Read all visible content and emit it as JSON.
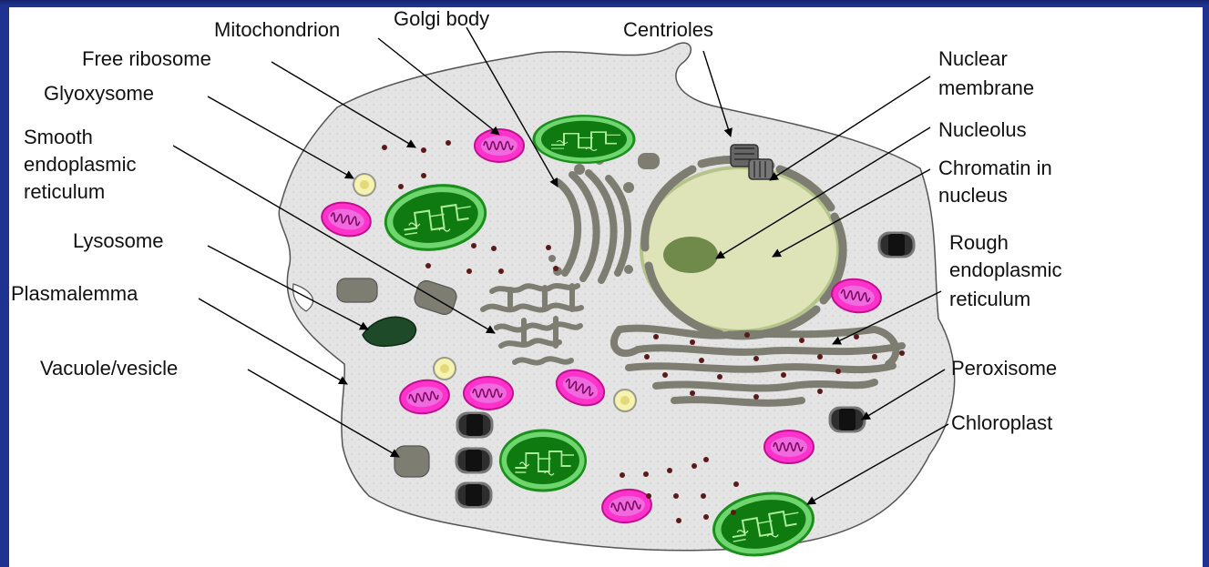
{
  "labels": {
    "mitochondrion": "Mitochondrion",
    "golgi_body": "Golgi body",
    "centrioles": "Centrioles",
    "free_ribosome": "Free ribosome",
    "glyoxysome": "Glyoxysome",
    "smooth_er": [
      "Smooth",
      "endoplasmic",
      "reticulum"
    ],
    "lysosome": "Lysosome",
    "plasmalemma": "Plasmalemma",
    "vacuole_vesicle": "Vacuole/vesicle",
    "nuclear_membrane": [
      "Nuclear",
      "membrane"
    ],
    "nucleolus": "Nucleolus",
    "chromatin": [
      "Chromatin in",
      "nucleus"
    ],
    "rough_er": [
      "Rough",
      "endoplasmic",
      "reticulum"
    ],
    "peroxisome": "Peroxisome",
    "chloroplast": "Chloroplast"
  },
  "colors": {
    "slide_background": "#1f3290",
    "cytoplasm": "#e6e6e6",
    "organelle_gray": "#7d7d72",
    "mitochondrion": "#ff33cc",
    "chloroplast": "#1ea11e",
    "nucleus": "#dfe4b8",
    "glyoxysome": "#f2f0a6",
    "ribosome": "#5a1a1a",
    "lysosome": "#1f4a2a",
    "peroxisome": "#333333"
  }
}
